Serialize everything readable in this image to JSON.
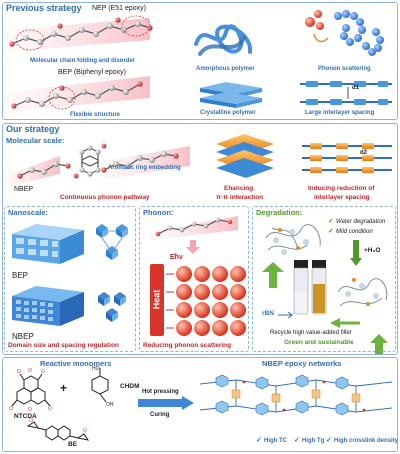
{
  "previous": {
    "title": "Previous strategy",
    "nep_label": "NEP (E51 epoxy)",
    "folding_label": "Molecular chain folding and disorder",
    "bep_label": "BEP (Biphenyl epoxy)",
    "flexible_label": "Flexible structure",
    "amorphous_label": "Amorphous polymer",
    "crystalline_label": "Crystalline polymer",
    "phonon_label": "Phonon scattering",
    "interlayer_label": "Large interlayer spacing",
    "d1": "d1"
  },
  "our": {
    "title": "Our strategy",
    "molecular_scale": "Molecular scale:",
    "nbep": "NBEP",
    "aromatic_label": "Aromatic ring embedding",
    "continuous_label": "Continuous phonon pathway",
    "enhancing_label": "Ehancing",
    "pipi_label": "π-π interaction",
    "d2": "d2",
    "inducing_label_1": "Inducing reduction of",
    "inducing_label_2": "interlayer spacing"
  },
  "nano": {
    "title": "Nanoscale:",
    "bep": "BEP",
    "nbep": "NBEP",
    "domain_label": "Domain size and spacing regulation"
  },
  "phonon": {
    "title": "Phonon:",
    "ehv": "Eħν",
    "heat": "Heat",
    "reducing_label": "Reducing phonon scattering"
  },
  "degradation": {
    "title": "Degradation:",
    "check_1": "Water degradation",
    "check_2": "Mild condition",
    "h2o": "+H₂O",
    "rbn": "rBN",
    "recycle_label": "Recycle high value-added filler",
    "green_label": "Green and sustainable"
  },
  "reactive": {
    "title": "Reactive monomers",
    "ntcda": "NTCDA",
    "plus": "+",
    "chdm": "CHDM",
    "be": "BE",
    "hot_pressing": "Hot pressing",
    "curing": "Curing"
  },
  "network": {
    "title": "NBEP epoxy networks",
    "tc": "High TC",
    "tg": "High Tg",
    "crosslink": "High crosslink density"
  },
  "colors": {
    "blue_title": "#2f6fb5",
    "red_text": "#c0262d",
    "green_text": "#4f9a2b",
    "panel_border": "#8fb4d6",
    "orange_accent": "#e98a1e"
  }
}
